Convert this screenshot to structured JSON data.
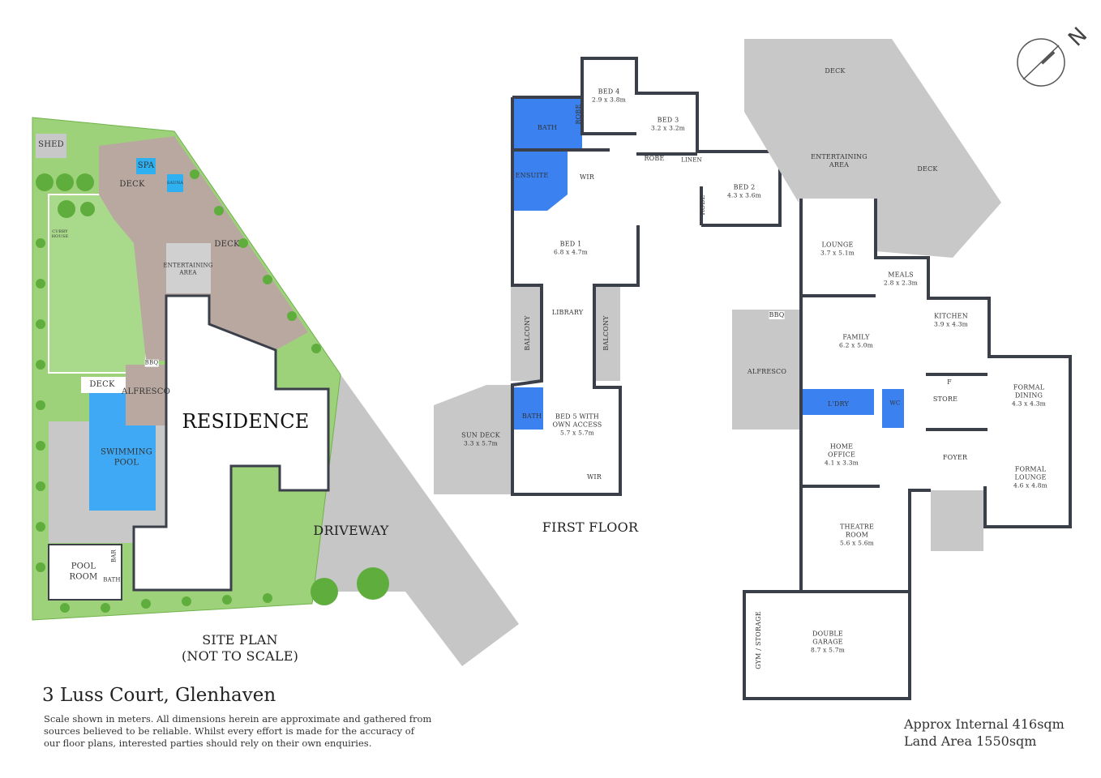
{
  "title": "3 Luss Court, Glenhaven",
  "disclaimer": "Scale shown in meters. All dimensions herein are approximate and gathered from sources believed to be  reliable. Whilst every effort is made for the accuracy of our floor plans, interested parties should rely on their own enquiries.",
  "areas": {
    "internal": "Approx Internal 416sqm",
    "land": "Land Area 1550sqm"
  },
  "compass": {
    "label": "N"
  },
  "colors": {
    "wall": "#3a3f4a",
    "wet_area": "#3b82f0",
    "deck": "#c8c8c8",
    "lawn": "#9ed27a",
    "timber_deck": "#b8a8a0",
    "pool": "#3fa9f5"
  },
  "site_plan": {
    "caption_1": "SITE PLAN",
    "caption_2": "(NOT TO SCALE)",
    "shed": "SHED",
    "spa": "SPA",
    "sauna": "SAUNA",
    "deck_1": "DECK",
    "deck_2": "DECK",
    "cubby_1": "CUBBY",
    "cubby_2": "HOUSE",
    "entertaining_1": "ENTERTAINING",
    "entertaining_2": "AREA",
    "bbq": "BBQ",
    "deck_3": "DECK",
    "alfresco": "ALFRESCO",
    "pool_1": "SWIMMING",
    "pool_2": "POOL",
    "residence": "RESIDENCE",
    "driveway": "DRIVEWAY",
    "pool_room_1": "POOL",
    "pool_room_2": "ROOM",
    "bar": "BAR",
    "bath": "BATH"
  },
  "first_floor": {
    "caption": "FIRST FLOOR",
    "rooms": [
      {
        "name": "BED 4",
        "dim": "2.9 x 3.8m"
      },
      {
        "name": "BED 3",
        "dim": "3.2 x 3.2m"
      },
      {
        "name": "BED 2",
        "dim": "4.3 x 3.6m"
      },
      {
        "name": "BED 1",
        "dim": "6.8 x 4.7m"
      },
      {
        "name": "BED 5 WITH OWN ACCESS",
        "dim": "5.7 x 5.7m"
      },
      {
        "name": "SUN DECK",
        "dim": "3.3 x 5.7m"
      }
    ],
    "bath": "BATH",
    "ensuite": "ENSUITE",
    "wir": "WIR",
    "robe": "ROBE",
    "linen": "LINEN",
    "library": "LIBRARY",
    "balcony": "BALCONY",
    "bath_2": "BATH",
    "wir_2": "WIR"
  },
  "ground_floor": {
    "rooms": [
      {
        "name": "LOUNGE",
        "dim": "3.7 x 5.1m"
      },
      {
        "name": "MEALS",
        "dim": "2.8 x 2.3m"
      },
      {
        "name": "KITCHEN",
        "dim": "3.9 x 4.3m"
      },
      {
        "name": "FAMILY",
        "dim": "6.2 x 5.0m"
      },
      {
        "name": "FORMAL DINING",
        "dim": "4.3 x 4.3m"
      },
      {
        "name": "HOME OFFICE",
        "dim": "4.1 x 3.3m"
      },
      {
        "name": "FORMAL LOUNGE",
        "dim": "4.6 x 4.8m"
      },
      {
        "name": "THEATRE ROOM",
        "dim": "5.6 x 5.6m"
      },
      {
        "name": "DOUBLE GARAGE",
        "dim": "8.7 x 5.7m"
      }
    ],
    "deck_1": "DECK",
    "deck_2": "DECK",
    "entertaining": "ENTERTAINING AREA",
    "bbq": "BBQ",
    "alfresco": "ALFRESCO",
    "ldry": "L'DRY",
    "wc": "WC",
    "f": "F",
    "store": "STORE",
    "foyer": "FOYER",
    "gym": "GYM / STORAGE"
  }
}
